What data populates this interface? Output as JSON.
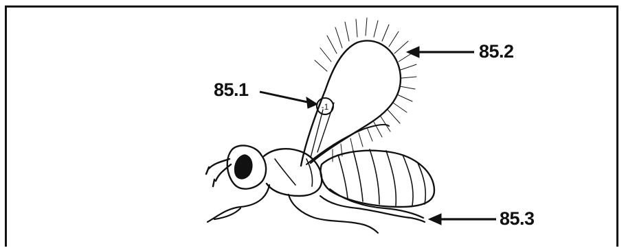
{
  "labels": {
    "label_1": "85.1",
    "label_2": "85.2",
    "label_3": "85.3"
  },
  "marker_text": "-1",
  "colors": {
    "ink": "#111111",
    "background": "#ffffff"
  }
}
